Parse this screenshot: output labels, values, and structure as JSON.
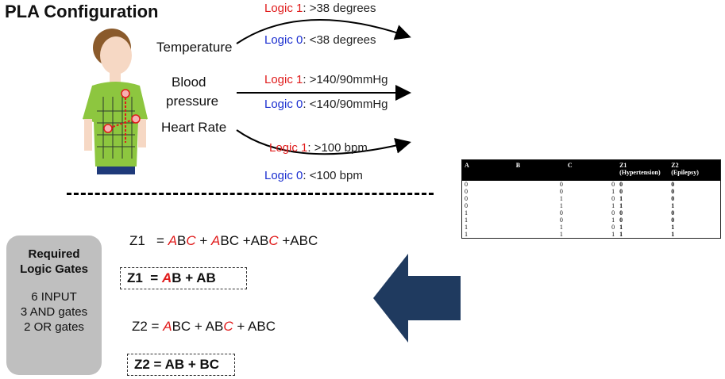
{
  "title": "PLA Configuration",
  "inputs": {
    "temperature": {
      "label": "Temperature",
      "logic1_prefix": "Logic 1",
      "logic1_rest": ": >38 degrees",
      "logic0_prefix": "Logic 0",
      "logic0_rest": ": <38 degrees"
    },
    "blood_pressure": {
      "label_line1": "Blood",
      "label_line2": "pressure",
      "logic1_prefix": "Logic 1",
      "logic1_rest": ": >140/90mmHg",
      "logic0_prefix": "Logic 0",
      "logic0_rest": ": <140/90mmHg"
    },
    "heart_rate": {
      "label": "Heart Rate",
      "logic1_prefix": "Logic 1",
      "logic1_rest": ": >100 bpm",
      "logic0_prefix": "Logic 0",
      "logic0_rest": ": <100 bpm"
    }
  },
  "gates": {
    "heading_line1": "Required",
    "heading_line2": "Logic Gates",
    "line1": "6 INPUT",
    "line2": "3 AND gates",
    "line3": "2 OR gates"
  },
  "equations": {
    "z1_full": {
      "lhs": "Z1",
      "eq": "=",
      "t1a": "A",
      "t1b": "B",
      "t1c": "C",
      "p1": " + ",
      "t2a": "A",
      "t2b": "BC",
      "p2": " +AB",
      "t3c": "C",
      "p3": " +ABC"
    },
    "z1_simplified": {
      "lhs": "Z1",
      "eq": "=",
      "a": "A",
      "rest": "B  + AB"
    },
    "z2_full": {
      "lhs": "Z2 =",
      "a": "A",
      "b1": "BC + AB",
      "c": "C",
      "rest": " + ABC"
    },
    "z2_simplified": {
      "text": "Z2 =  AB + BC"
    }
  },
  "truth_table": {
    "headers": [
      {
        "line1": "A",
        "line2": ""
      },
      {
        "line1": "B",
        "line2": ""
      },
      {
        "line1": "C",
        "line2": ""
      },
      {
        "line1": "Z1",
        "line2": "(Hypertension)"
      },
      {
        "line1": "Z2",
        "line2": "(Epilepsy)"
      }
    ],
    "rows": [
      [
        "0",
        "0",
        "0",
        "0",
        "0"
      ],
      [
        "0",
        "0",
        "1",
        "0",
        "0"
      ],
      [
        "0",
        "1",
        "0",
        "1",
        "0"
      ],
      [
        "0",
        "1",
        "1",
        "1",
        "1"
      ],
      [
        "1",
        "0",
        "0",
        "0",
        "0"
      ],
      [
        "1",
        "0",
        "1",
        "0",
        "0"
      ],
      [
        "1",
        "1",
        "0",
        "1",
        "1"
      ],
      [
        "1",
        "1",
        "1",
        "1",
        "1"
      ]
    ]
  },
  "colors": {
    "logic1": "#e01b1b",
    "logic0": "#1b2fd0",
    "arrow_big": "#1f3a5f",
    "gates_box": "#bfbfbf",
    "shirt": "#8dc63f",
    "skin": "#f6d8c4",
    "hair": "#8a5a2b"
  }
}
